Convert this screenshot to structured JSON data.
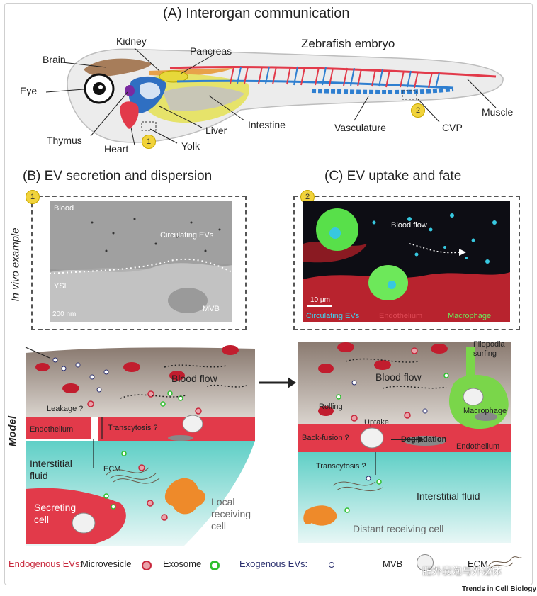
{
  "panelA": {
    "title": "(A) Interorgan communication",
    "subtitle": "Zebrafish embryo",
    "labels": {
      "brain": "Brain",
      "kidney": "Kidney",
      "pancreas": "Pancreas",
      "eye": "Eye",
      "thymus": "Thymus",
      "heart": "Heart",
      "yolk": "Yolk",
      "liver": "Liver",
      "intestine": "Intestine",
      "vasculature": "Vasculature",
      "cvp": "CVP",
      "muscle": "Muscle"
    },
    "markers": [
      "1",
      "2"
    ]
  },
  "panelB": {
    "title": "(B) EV secretion and dispersion",
    "side_invivo": "In vivo example",
    "side_model": "Model",
    "micro": {
      "blood": "Blood",
      "circulating": "Circulating EVs",
      "ysl": "YSL",
      "mvb": "MVB",
      "scale": "200 nm"
    },
    "model": {
      "blood_flow": "Blood flow",
      "leakage": "Leakage ?",
      "endothelium": "Endothelium",
      "transcytosis": "Transcytosis ?",
      "interstitial": "Interstitial fluid",
      "ecm": "ECM",
      "secreting": "Secreting cell",
      "local": "Local receiving cell"
    }
  },
  "panelC": {
    "title": "(C) EV uptake and fate",
    "fluor": {
      "blood_flow": "Blood flow",
      "scale": "10 μm",
      "c1": "Circulating EVs",
      "c2": "Endothelium",
      "c3": "Macrophage"
    },
    "model": {
      "filopodia": "Filopodia surfing",
      "blood_flow": "Blood flow",
      "rolling": "Rolling",
      "macrophage": "Macrophage",
      "uptake": "Uptake",
      "backfusion": "Back-fusion ?",
      "degradation": "Degradation",
      "endothelium": "Endothelium",
      "transcytosis": "Transcytosis ?",
      "interstitial": "Interstitial fluid",
      "distant": "Distant receiving cell"
    }
  },
  "legend": {
    "endogenous": "Endogenous EVs:",
    "microvesicle": "Microvesicle",
    "exosome": "Exosome",
    "exogenous": "Exogenous EVs:",
    "mvb": "MVB",
    "ecm": "ECM",
    "watermark": "肥外囊泡与外泌体"
  },
  "footer": "Trends in Cell Biology",
  "colors": {
    "endo_red": "#c8283c",
    "exo_blue": "#2a2f6e",
    "exo_green": "#2fbf2f",
    "vessel": "#e23a4a",
    "interstitial": "#8fdad3"
  }
}
